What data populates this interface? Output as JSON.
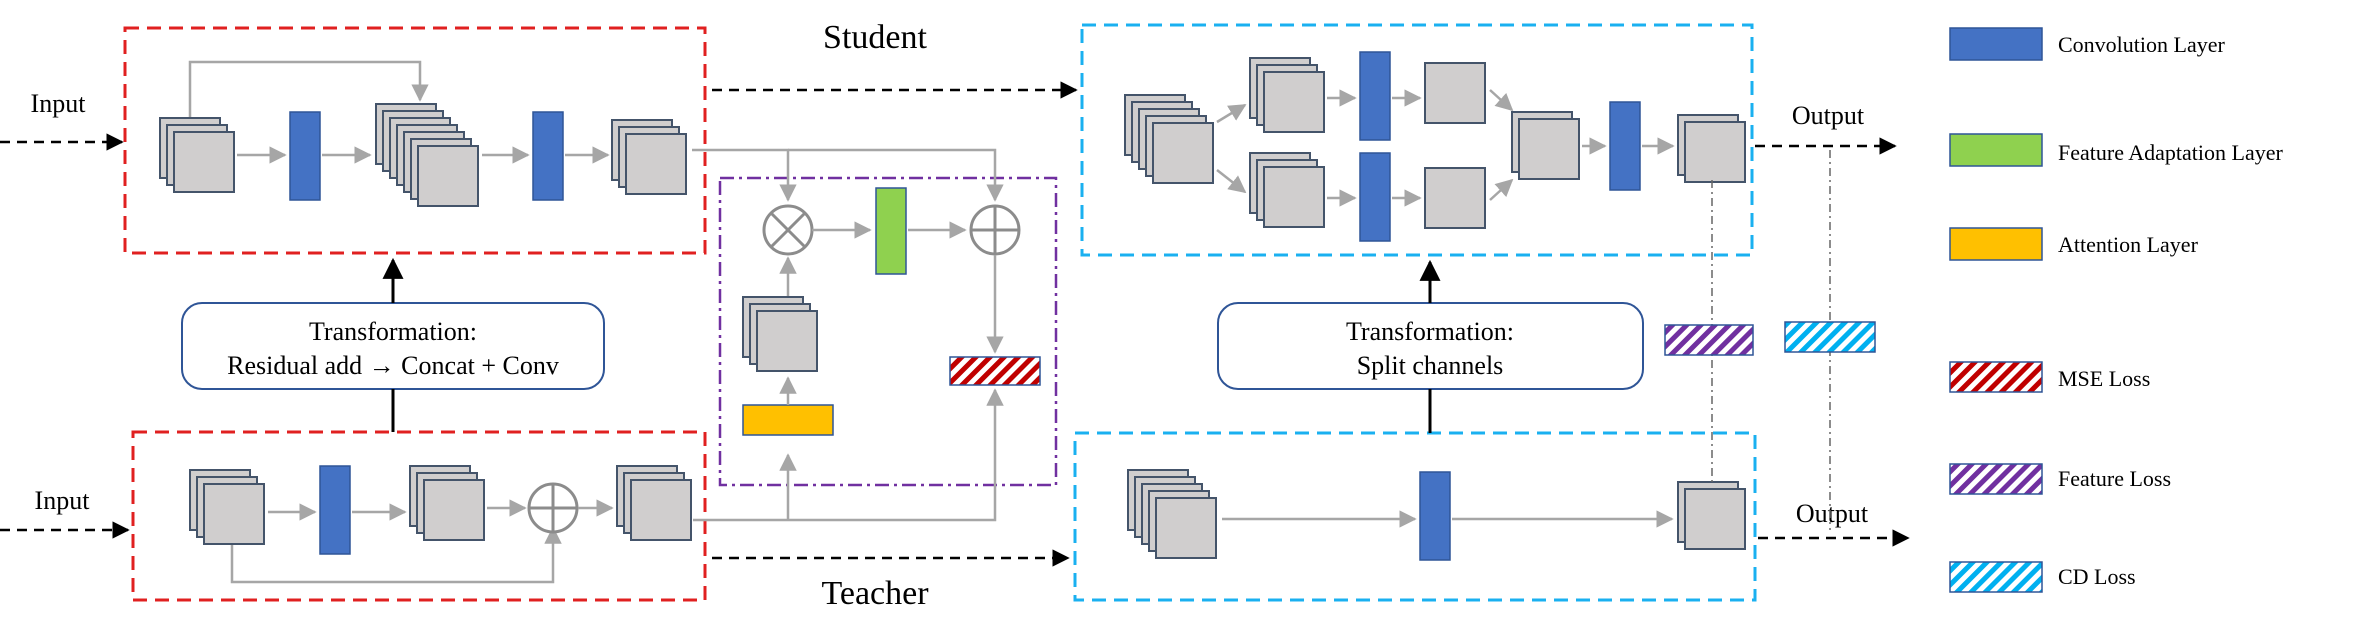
{
  "labels": {
    "student": "Student",
    "teacher": "Teacher",
    "input_top": "Input",
    "input_bottom": "Input",
    "output_top": "Output",
    "output_bottom": "Output"
  },
  "transform_left": {
    "line1": "Transformation:",
    "line2": "Residual add → Concat + Conv"
  },
  "transform_right": {
    "line1": "Transformation:",
    "line2": "Split channels"
  },
  "legend": [
    {
      "label": "Convolution Layer",
      "color": "#4472C4",
      "pattern": "solid"
    },
    {
      "label": "Feature Adaptation Layer",
      "color": "#8FD14F",
      "pattern": "solid"
    },
    {
      "label": "Attention Layer",
      "color": "#FFC000",
      "pattern": "solid"
    },
    {
      "label": "MSE Loss",
      "color": "#C00000",
      "pattern": "hatch"
    },
    {
      "label": "Feature Loss",
      "color": "#7030A0",
      "pattern": "hatch"
    },
    {
      "label": "CD Loss",
      "color": "#00B0F0",
      "pattern": "hatch"
    }
  ],
  "colors": {
    "student_box": "#E02020",
    "teacher_box": "#E02020",
    "right_box": "#1AB0F0",
    "attention_box": "#7030A0",
    "feature_map": "#D0CECE",
    "feature_border": "#44546A"
  }
}
